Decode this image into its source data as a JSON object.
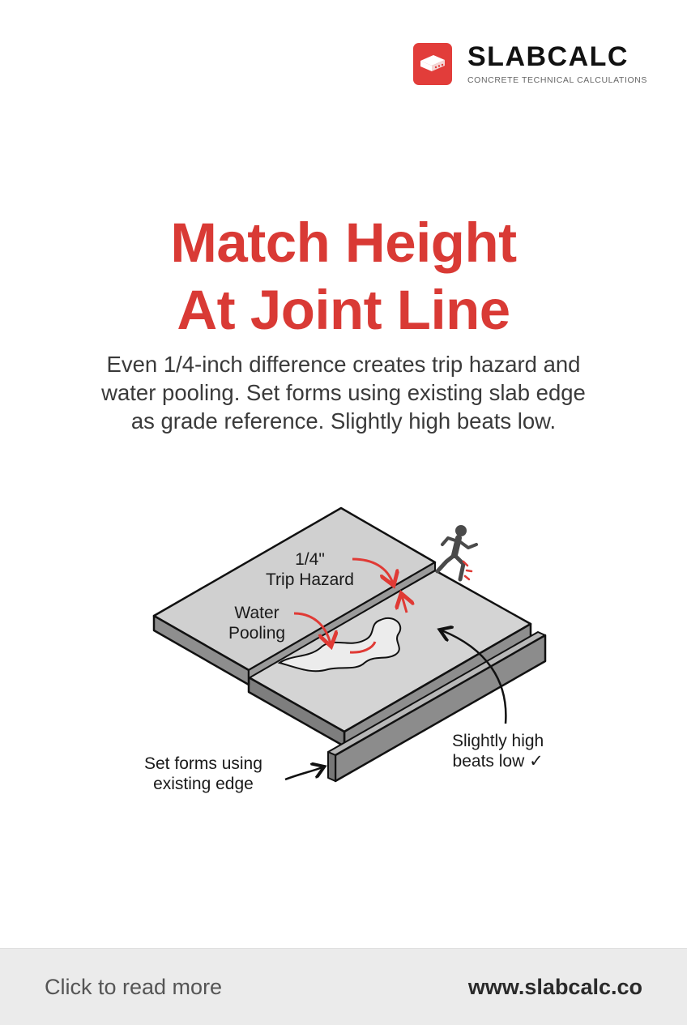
{
  "brand": {
    "name": "SLABCALC",
    "tagline": "CONCRETE TECHNICAL CALCULATIONS",
    "logo_icon": "concrete-slab-icon",
    "accent_color": "#e23d3a"
  },
  "headline": {
    "line1": "Match Height",
    "line2": "At Joint Line",
    "color": "#d93a35"
  },
  "subtitle": {
    "line1": "Even 1/4-inch difference creates trip hazard and",
    "line2": "water pooling. Set forms using existing slab edge",
    "line3": "as grade reference. Slightly high beats low."
  },
  "diagram": {
    "labels": {
      "trip_hazard_line1": "1/4\"",
      "trip_hazard_line2": "Trip Hazard",
      "water_line1": "Water",
      "water_line2": "Pooling",
      "forms_line1": "Set forms using",
      "forms_line2": "existing edge",
      "high_line1": "Slightly high",
      "high_line2": "beats low ✓"
    },
    "icons": [
      "tripping-person-icon",
      "water-puddle-icon",
      "form-board-icon"
    ],
    "colors": {
      "slab_top": "#d2d2d2",
      "slab_side": "#8e8e8e",
      "outline": "#111111",
      "arrow_red": "#e03a35",
      "puddle": "#ececec"
    }
  },
  "footer": {
    "cta": "Click to read more",
    "url": "www.slabcalc.co"
  }
}
